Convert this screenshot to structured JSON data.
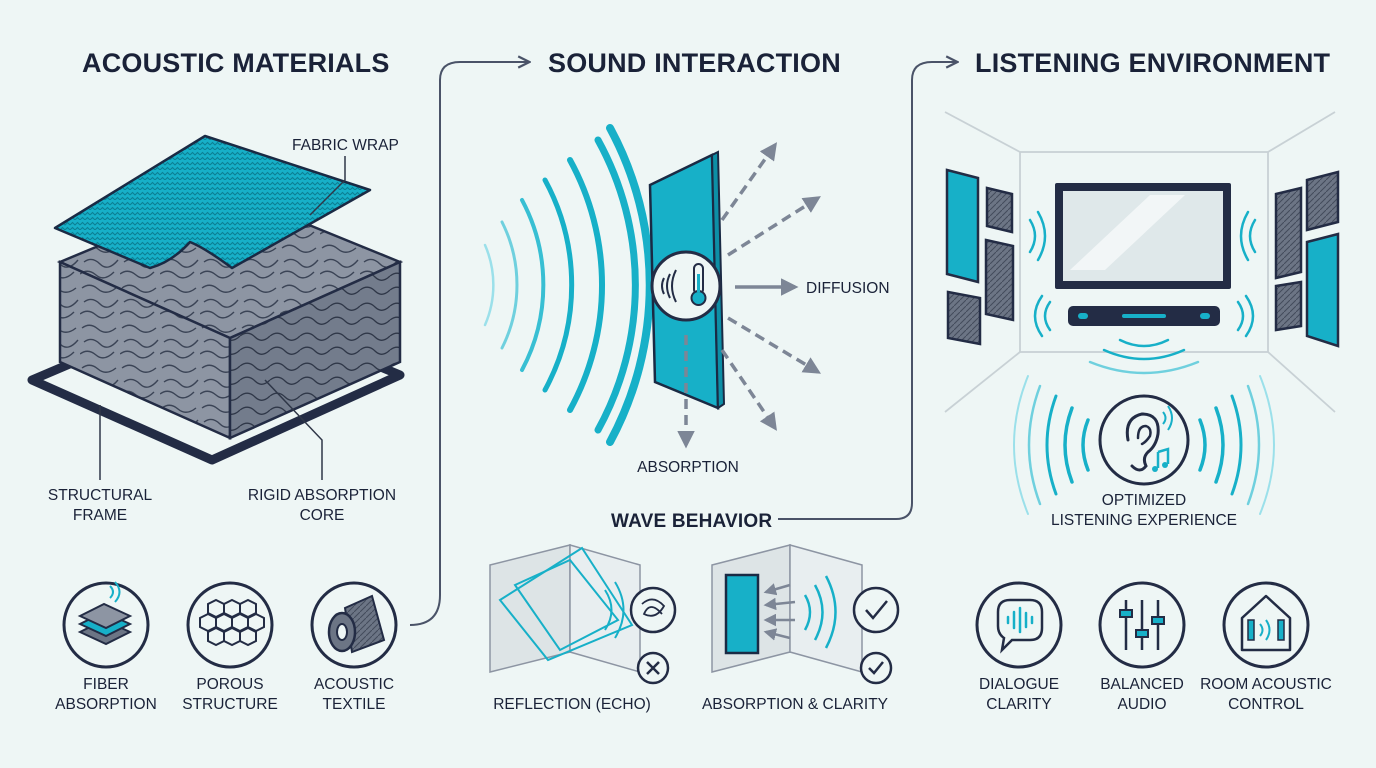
{
  "colors": {
    "navy": "#1f2b47",
    "teal": "#17b0c8",
    "teal_dark": "#0d8fa6",
    "gray": "#7d8696",
    "background": "#eef6f5"
  },
  "sections": {
    "materials": {
      "title": "ACOUSTIC MATERIALS",
      "fabric_wrap": "FABRIC WRAP",
      "frame_l1": "STRUCTURAL",
      "frame_l2": "FRAME",
      "core_l1": "RIGID ABSORPTION",
      "core_l2": "CORE",
      "items": [
        {
          "icon": "fiber-absorption-icon",
          "l1": "FIBER",
          "l2": "ABSORPTION"
        },
        {
          "icon": "porous-structure-icon",
          "l1": "POROUS",
          "l2": "STRUCTURE"
        },
        {
          "icon": "acoustic-textile-icon",
          "l1": "ACOUSTIC",
          "l2": "TEXTILE"
        }
      ]
    },
    "interaction": {
      "title": "SOUND INTERACTION",
      "diffusion": "DIFFUSION",
      "absorption": "ABSORPTION",
      "wave_behavior": "WAVE BEHAVIOR",
      "reflection": "REFLECTION (ECHO)",
      "absorption_clarity": "ABSORPTION & CLARITY"
    },
    "environment": {
      "title": "LISTENING ENVIRONMENT",
      "optimized_l1": "OPTIMIZED",
      "optimized_l2": "LISTENING EXPERIENCE",
      "items": [
        {
          "icon": "dialogue-clarity-icon",
          "l1": "DIALOGUE",
          "l2": "CLARITY"
        },
        {
          "icon": "balanced-audio-icon",
          "l1": "BALANCED",
          "l2": "AUDIO"
        },
        {
          "icon": "room-acoustic-control-icon",
          "l1": "ROOM ACOUSTIC",
          "l2": "CONTROL"
        }
      ]
    }
  }
}
